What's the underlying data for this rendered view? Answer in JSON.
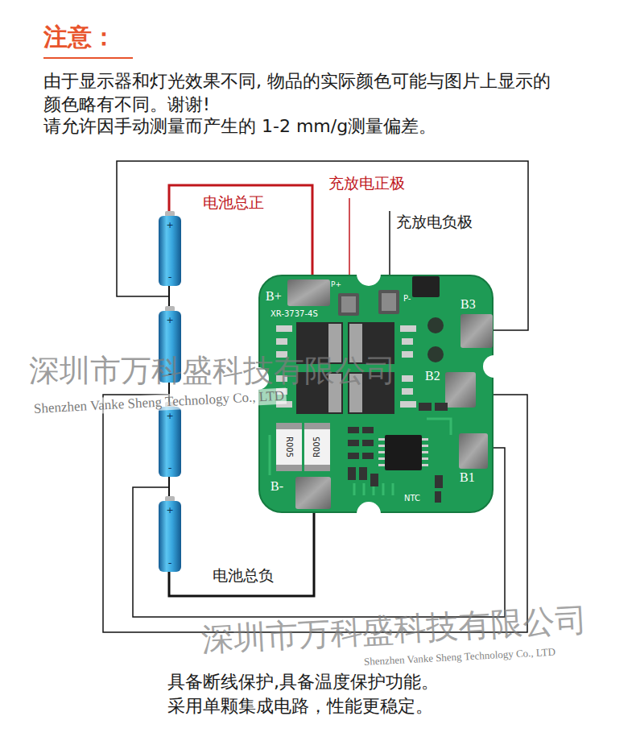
{
  "diagram": {
    "title": "注意：",
    "labels": [
      "由于显示器和灯光效果不同, 物品的实际颜色可能与图片上显示的颜色略有不同。谢谢!",
      "请允许因手动测量而产生的 1-2 mm/g测量偏差。",
      "电池总正",
      "充放电正极",
      "充放电负极",
      "电池总负",
      "B+",
      "XR-3737-4S",
      "P+",
      "P-",
      "B3",
      "B2",
      "B1",
      "B-",
      "NTC",
      "R005",
      "R005",
      "深圳市万科盛科技有限公司",
      "Shenzhen Vanke Sheng Technology Co., LTD",
      "深圳市万科盛科技有限公司",
      "Shenzhen Vanke Sheng Technology Co., LTD",
      "具备断线保护,具备温度保护功能。",
      "采用单颗集成电路，性能更稳定。",
      "+",
      "-",
      "+",
      "-",
      "+",
      "-",
      "+",
      "-"
    ]
  }
}
